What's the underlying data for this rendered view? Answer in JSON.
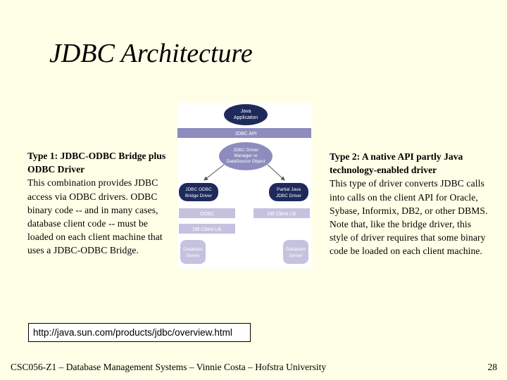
{
  "slide": {
    "title": "JDBC Architecture",
    "left": {
      "heading": "Type 1: JDBC-ODBC Bridge plus ODBC Driver",
      "body": "This combination provides JDBC access via ODBC drivers. ODBC binary code -- and in many cases, database client code -- must be loaded on each client machine that uses a JDBC-ODBC Bridge."
    },
    "right": {
      "heading": "Type 2: A native API partly Java technology-enabled driver",
      "body": "This type of driver converts JDBC calls into calls on the client API for Oracle, Sybase, Informix, DB2, or other DBMS. Note that, like the bridge driver, this style of driver requires that some binary code be loaded on each client machine."
    },
    "url": "http://java.sun.com/products/jdbc/overview.html",
    "footer": "CSC056-Z1 – Database Management Systems – Vinnie Costa – Hofstra University",
    "page_number": "28"
  },
  "diagram": {
    "java_app_line1": "Java",
    "java_app_line2": "Application",
    "jdbc_api": "JDBC API",
    "manager_line1": "JDBC Driver",
    "manager_line2": "Manager or",
    "manager_line3": "DataSource Object",
    "bridge_line1": "JDBC ODBC",
    "bridge_line2": "Bridge Driver",
    "partial_line1": "Partial Java",
    "partial_line2": "JDBC Driver",
    "odbc": "ODBC",
    "db_client_lib_right": "DB Client Lib",
    "db_client_lib_left": "DB Client Lib",
    "db_left_line1": "Database",
    "db_left_line2": "Server",
    "db_right_line1": "Database",
    "db_right_line2": "Server",
    "colors": {
      "dark_navy": "#1E2A5C",
      "light_purple": "#C4C2DF",
      "mid_purple": "#8E8CBE",
      "background": "#FFFFFF"
    }
  }
}
